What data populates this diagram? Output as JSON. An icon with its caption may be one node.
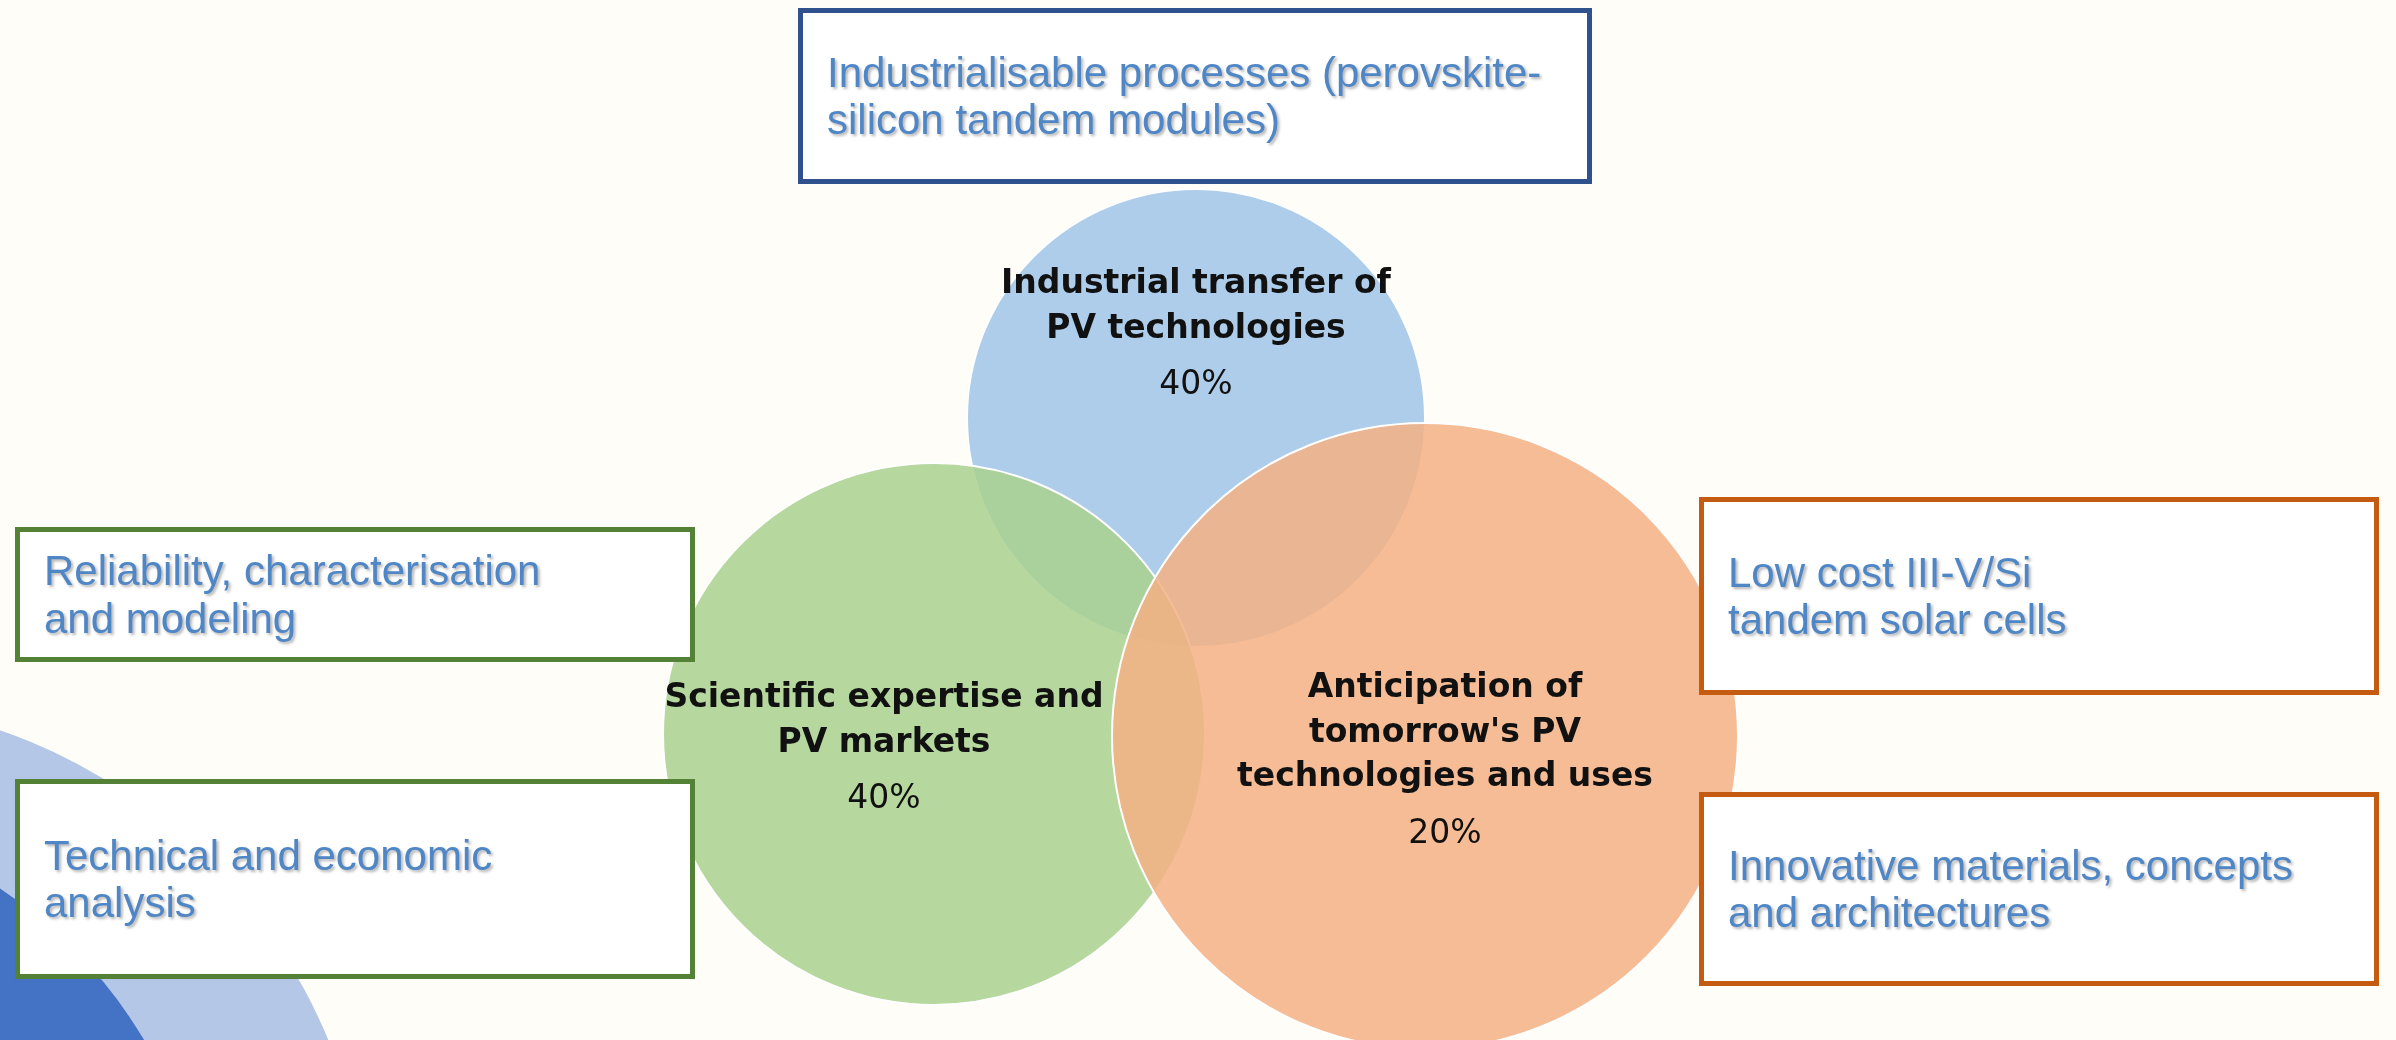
{
  "diagram": {
    "nodes": [
      {
        "text": [
          "Industrialisable processes (perovskite-silicon tandem modules)"
        ]
      },
      {
        "text": [
          "Industrial transfer of PV technologies",
          "40%"
        ]
      },
      {
        "text": [
          "Reliability, characterisation and modeling"
        ]
      },
      {
        "text": [
          "Low cost III-V/Si tandem solar cells"
        ]
      },
      {
        "text": [
          "Scientific expertise and PV markets",
          "40%"
        ]
      },
      {
        "text": [
          "Anticipation of tomorrow's PV technologies and uses",
          "20%"
        ]
      },
      {
        "text": [
          "Technical and economic analysis"
        ]
      },
      {
        "text": [
          "Innovative materials, concepts and architectures"
        ]
      }
    ],
    "edges": []
  }
}
